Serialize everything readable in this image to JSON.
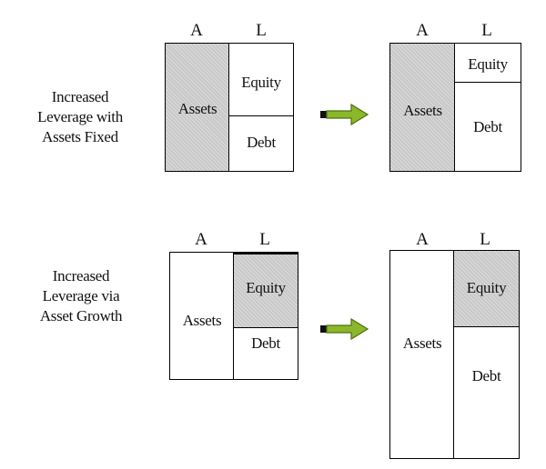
{
  "headers": {
    "assets": "A",
    "liabilities": "L"
  },
  "row1": {
    "caption": [
      "Increased",
      "Leverage with",
      "Assets Fixed"
    ],
    "before": {
      "assets": "Assets",
      "equity": "Equity",
      "debt": "Debt"
    },
    "after": {
      "assets": "Assets",
      "equity": "Equity",
      "debt": "Debt"
    }
  },
  "row2": {
    "caption": [
      "Increased",
      "Leverage via",
      "Asset Growth"
    ],
    "before": {
      "assets": "Assets",
      "equity": "Equity",
      "debt": "Debt"
    },
    "after": {
      "assets": "Assets",
      "equity": "Equity",
      "debt": "Debt"
    }
  },
  "colors": {
    "shaded": "#c8c8c8",
    "arrow": "#8ab82a",
    "border": "#000000"
  },
  "icons": {
    "arrow": "right-arrow-icon"
  }
}
